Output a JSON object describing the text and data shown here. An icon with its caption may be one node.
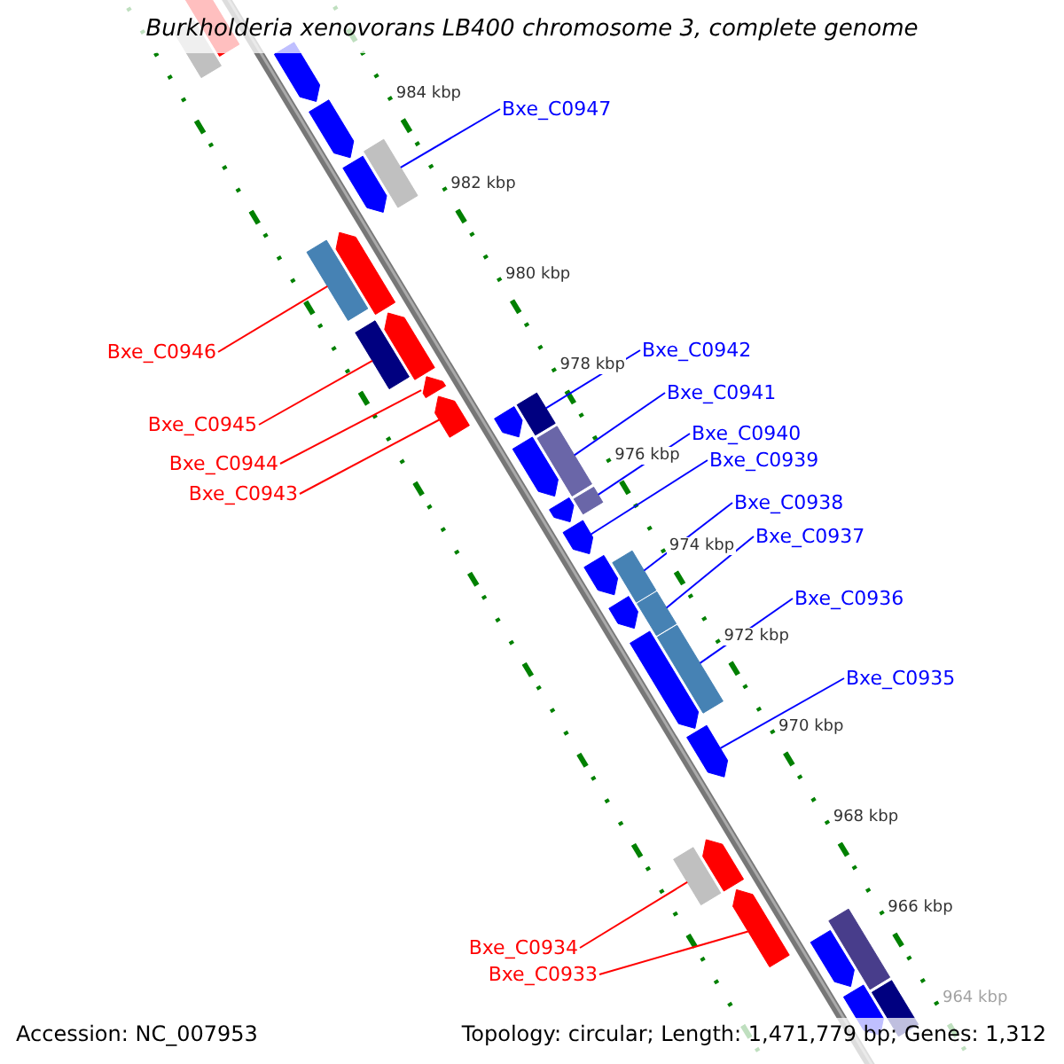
{
  "diagram": {
    "title": "Burkholderia xenovorans LB400 chromosome 3, complete genome",
    "nodes": [
      {
        "text": [
          "Bxe_C0947"
        ]
      },
      {
        "text": [],
        "shape": "box"
      },
      {
        "text": [
          "Bxe_C0946"
        ]
      },
      {
        "text": [],
        "shape": "box"
      },
      {
        "text": [
          "Bxe_C0945"
        ]
      },
      {
        "text": [],
        "shape": "box"
      },
      {
        "text": [
          "Bxe_C0944"
        ]
      },
      {
        "text": [],
        "shape": "arrow"
      },
      {
        "text": [
          "Bxe_C0943"
        ]
      },
      {
        "text": [],
        "shape": "arrow"
      },
      {
        "text": [
          "Bxe_C0942"
        ]
      },
      {
        "text": [],
        "shape": "box"
      },
      {
        "text": [
          "Bxe_C0941"
        ]
      },
      {
        "text": [],
        "shape": "box"
      },
      {
        "text": [
          "Bxe_C0940"
        ]
      },
      {
        "text": [],
        "shape": "box"
      },
      {
        "text": [
          "Bxe_C0939"
        ]
      },
      {
        "text": [],
        "shape": "arrow"
      },
      {
        "text": [
          "Bxe_C0938"
        ]
      },
      {
        "text": [],
        "shape": "box"
      },
      {
        "text": [
          "Bxe_C0937"
        ]
      },
      {
        "text": [],
        "shape": "box"
      },
      {
        "text": [
          "Bxe_C0936"
        ]
      },
      {
        "text": [],
        "shape": "box"
      },
      {
        "text": [
          "Bxe_C0935"
        ]
      },
      {
        "text": [],
        "shape": "arrow"
      },
      {
        "text": [
          "Bxe_C0934"
        ]
      },
      {
        "text": [],
        "shape": "box"
      },
      {
        "text": [
          "Bxe_C0933"
        ]
      },
      {
        "text": [],
        "shape": "arrow"
      },
      {
        "text": [],
        "shape": "arrow"
      },
      {
        "text": [],
        "shape": "box"
      },
      {
        "text": [],
        "shape": "arrow"
      },
      {
        "text": [],
        "shape": "arrow"
      },
      {
        "text": [],
        "shape": "arrow"
      },
      {
        "text": [],
        "shape": "arrow"
      },
      {
        "text": [],
        "shape": "arrow"
      },
      {
        "text": [],
        "shape": "arrow"
      },
      {
        "text": [],
        "shape": "arrow"
      },
      {
        "text": [],
        "shape": "arrow"
      },
      {
        "text": [],
        "shape": "arrow"
      },
      {
        "text": [],
        "shape": "arrow"
      },
      {
        "text": [],
        "shape": "arrow"
      },
      {
        "text": [],
        "shape": "arrow"
      },
      {
        "text": [],
        "shape": "arrow"
      },
      {
        "text": [],
        "shape": "box"
      },
      {
        "text": [],
        "shape": "arrow"
      },
      {
        "text": [],
        "shape": "box"
      }
    ],
    "edges": [
      {
        "from": 0,
        "to": 1,
        "arrow": "none"
      },
      {
        "from": 2,
        "to": 3,
        "arrow": "none",
        "color": "#ff0000"
      },
      {
        "from": 4,
        "to": 5,
        "arrow": "none",
        "color": "#ff0000"
      },
      {
        "from": 6,
        "to": 7,
        "arrow": "none",
        "color": "#ff0000"
      },
      {
        "from": 8,
        "to": 9,
        "arrow": "none",
        "color": "#ff0000"
      },
      {
        "from": 10,
        "to": 11,
        "arrow": "none"
      },
      {
        "from": 12,
        "to": 13,
        "arrow": "none"
      },
      {
        "from": 14,
        "to": 15,
        "arrow": "none"
      },
      {
        "from": 16,
        "to": 17,
        "arrow": "none"
      },
      {
        "from": 18,
        "to": 19,
        "arrow": "none"
      },
      {
        "from": 20,
        "to": 21,
        "arrow": "none"
      },
      {
        "from": 22,
        "to": 23,
        "arrow": "none"
      },
      {
        "from": 24,
        "to": 25,
        "arrow": "none"
      },
      {
        "from": 26,
        "to": 27,
        "arrow": "none",
        "color": "#ff0000"
      },
      {
        "from": 28,
        "to": 29,
        "arrow": "none",
        "color": "#ff0000"
      }
    ],
    "labels": [
      "984 kbp",
      "982 kbp",
      "980 kbp",
      "978 kbp",
      "976 kbp",
      "974 kbp",
      "972 kbp",
      "970 kbp",
      "968 kbp",
      "966 kbp",
      "964 kbp",
      "Accession: NC_007953",
      "Topology: circular; Length: 1,471,779 bp; Genes: 1,312"
    ]
  }
}
